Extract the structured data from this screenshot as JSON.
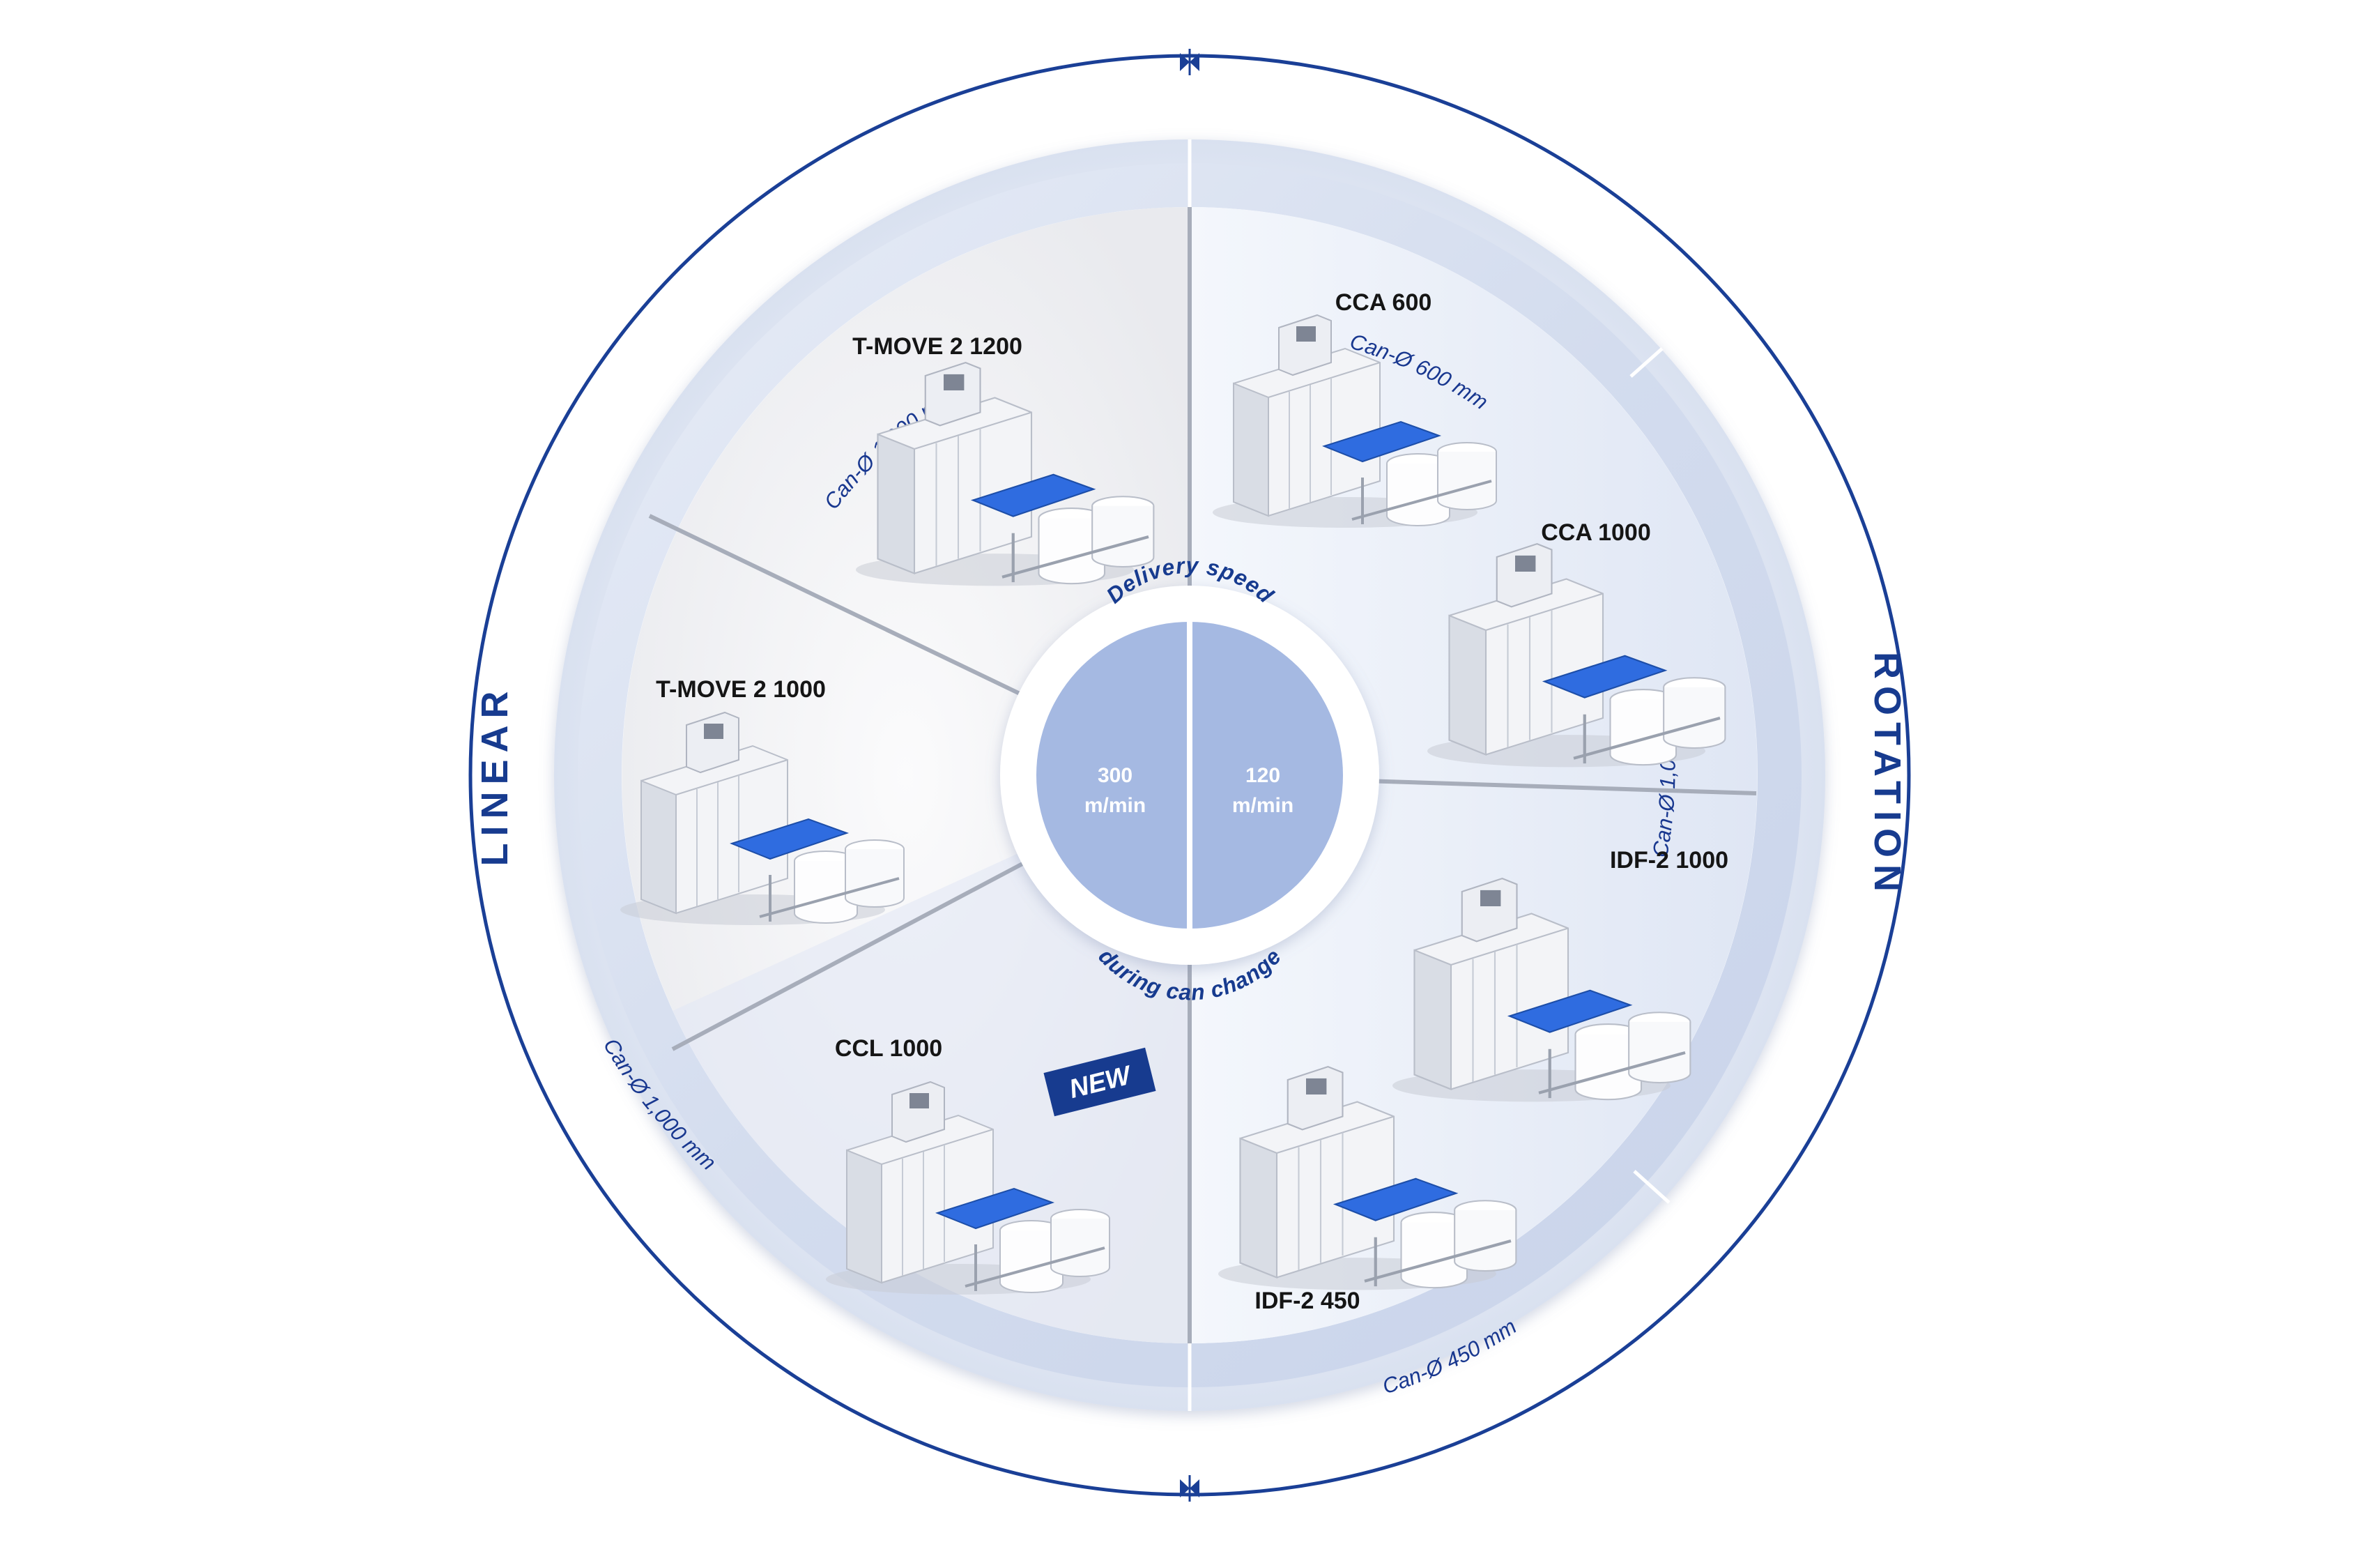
{
  "colors": {
    "ring": "#1a3f96",
    "band": "#dbe2f2",
    "hub": "#a5b9e2",
    "badge": "#173b8f",
    "machine_blue": "#2f6ce0"
  },
  "outer_labels": {
    "linear": "LINEAR",
    "rotation": "ROTATION"
  },
  "can_diameters": {
    "linear_top": "Can-Ø 1,200 mm",
    "linear_bottom": "Can-Ø 1,000 mm",
    "rotation_top": "Can-Ø 600 mm",
    "rotation_right": "Can-Ø 1,000 mm",
    "rotation_bottom": "Can-Ø 450 mm"
  },
  "machines": [
    {
      "name": "T-MOVE 2 1200",
      "icon": "coiler-machine-icon"
    },
    {
      "name": "T-MOVE 2 1000",
      "icon": "coiler-machine-icon"
    },
    {
      "name": "CCL 1000",
      "icon": "coiler-machine-icon"
    },
    {
      "name": "CCA 600",
      "icon": "coiler-machine-icon"
    },
    {
      "name": "CCA 1000",
      "icon": "coiler-machine-icon"
    },
    {
      "name": "IDF-2 1000",
      "icon": "coiler-machine-icon"
    },
    {
      "name": "IDF-2 450",
      "icon": "coiler-machine-icon"
    }
  ],
  "new_badge": "NEW",
  "hub": {
    "top_text": "Delivery speed",
    "bottom_text": "during can change",
    "linear_speed_value": "300",
    "rotation_speed_value": "120",
    "speed_unit": "m/min"
  }
}
